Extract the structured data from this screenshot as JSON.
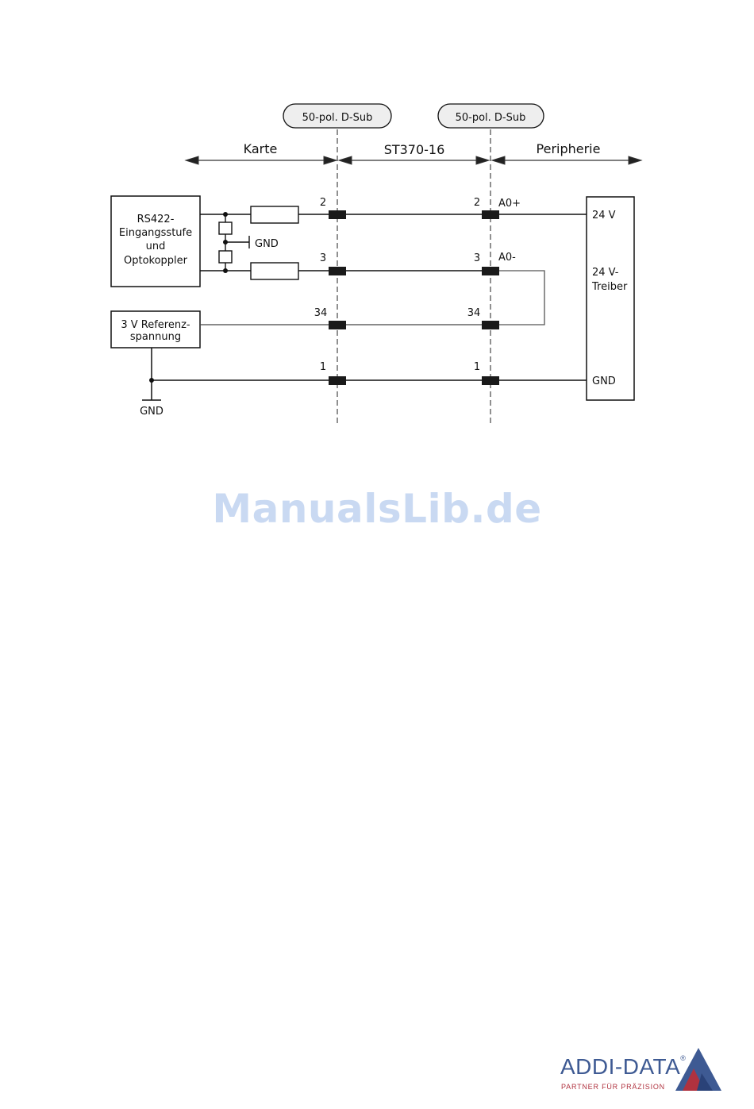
{
  "diagram": {
    "connector_left": "50-pol. D-Sub",
    "connector_right": "50-pol. D-Sub",
    "zone_left": "Karte",
    "zone_middle": "ST370-16",
    "zone_right": "Peripherie",
    "input_block_lines": [
      "RS422-",
      "Eingangsstufe",
      "und",
      "Optokoppler"
    ],
    "reference_block_lines": [
      "3 V Referenz-",
      "spannung"
    ],
    "gnd_label": "GND",
    "gnd_ground_label": "GND",
    "pins": {
      "row1_left": "2",
      "row1_right": "2",
      "row1_signal": "A0+",
      "row2_left": "3",
      "row2_right": "3",
      "row2_signal": "A0-",
      "row3_left": "34",
      "row3_right": "34",
      "row4_left": "1",
      "row4_right": "1"
    },
    "peripheral_labels": {
      "v24": "24 V",
      "driver_lines": [
        "24 V-",
        "Treiber"
      ],
      "gnd": "GND"
    }
  },
  "watermark": "ManualsLib.de",
  "logo": {
    "name": "ADDI-DATA",
    "registered": "®",
    "tagline": "PARTNER FÜR PRÄZISION"
  },
  "colors": {
    "logo_blue": "#3e5a93",
    "logo_red": "#b0323f",
    "watermark": "#c9d9f2"
  }
}
